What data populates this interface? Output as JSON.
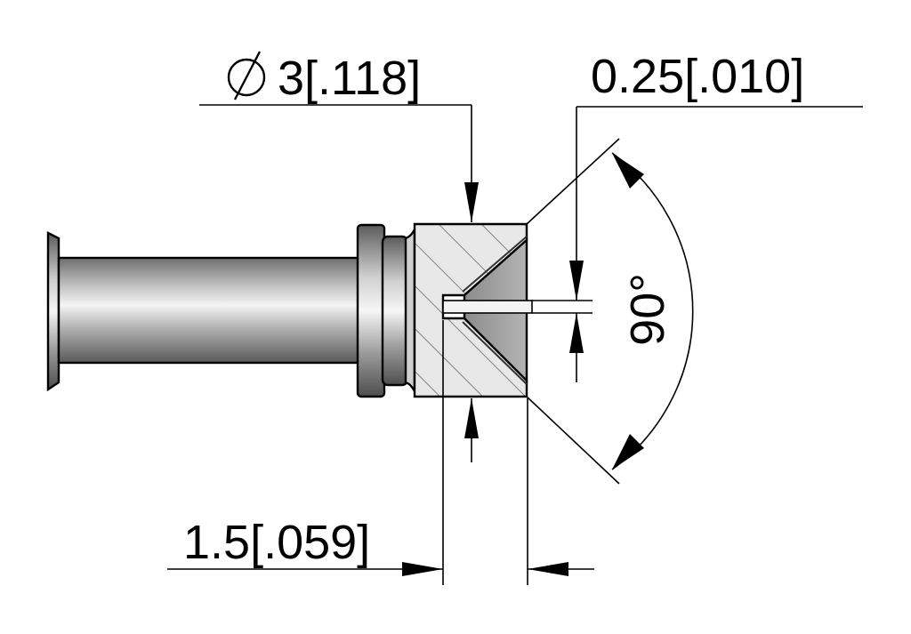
{
  "dimensions": {
    "diameter": {
      "symbol": "∅",
      "label": "3[.118]"
    },
    "gap": {
      "label": "0.25[.010]"
    },
    "angle": {
      "label": "90°"
    },
    "depth": {
      "label": "1.5[.059]"
    }
  },
  "colors": {
    "line": "#000000",
    "background": "#ffffff",
    "metal_dark": "#7a7a7a",
    "metal_light": "#f2f2f2",
    "section_fill": "#e6e6e6",
    "cone_fill": "#9a9a9a"
  }
}
